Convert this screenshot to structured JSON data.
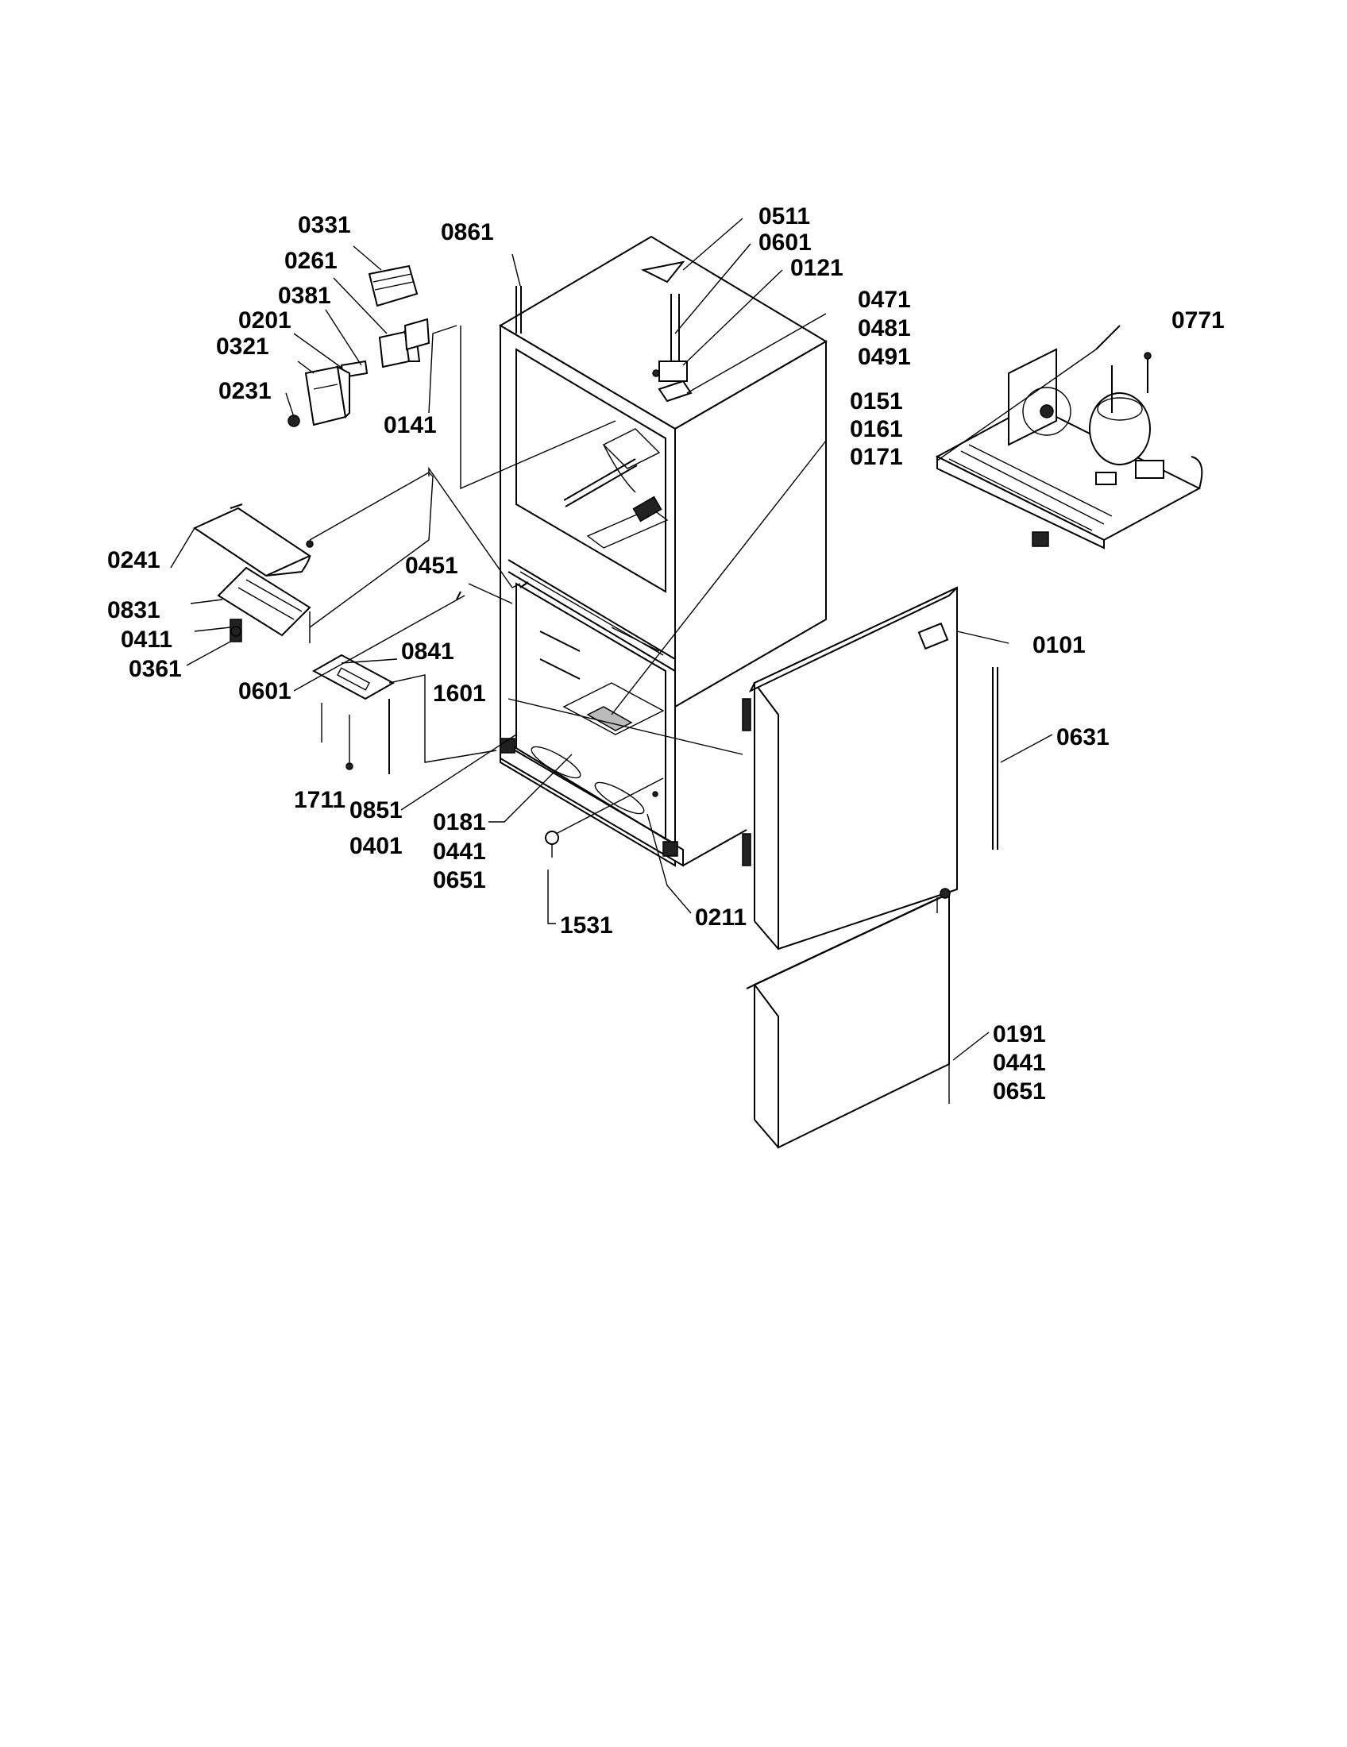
{
  "labels": {
    "l0331": "0331",
    "l0261": "0261",
    "l0381": "0381",
    "l0201": "0201",
    "l0321": "0321",
    "l0231": "0231",
    "l0141": "0141",
    "l0861": "0861",
    "l0511": "0511",
    "l0601a": "0601",
    "l0121": "0121",
    "l0471": "0471",
    "l0481": "0481",
    "l0491": "0491",
    "l0771": "0771",
    "l0151": "0151",
    "l0161": "0161",
    "l0171": "0171",
    "l0241": "0241",
    "l0831": "0831",
    "l0411": "0411",
    "l0361": "0361",
    "l0451": "0451",
    "l0601b": "0601",
    "l0841": "0841",
    "l1601": "1601",
    "l0101": "0101",
    "l0631": "0631",
    "l1711": "1711",
    "l0851": "0851",
    "l0401": "0401",
    "l0181": "0181",
    "l0441a": "0441",
    "l0651a": "0651",
    "l1531": "1531",
    "l0211": "0211",
    "l0191": "0191",
    "l0441b": "0441",
    "l0651b": "0651"
  }
}
